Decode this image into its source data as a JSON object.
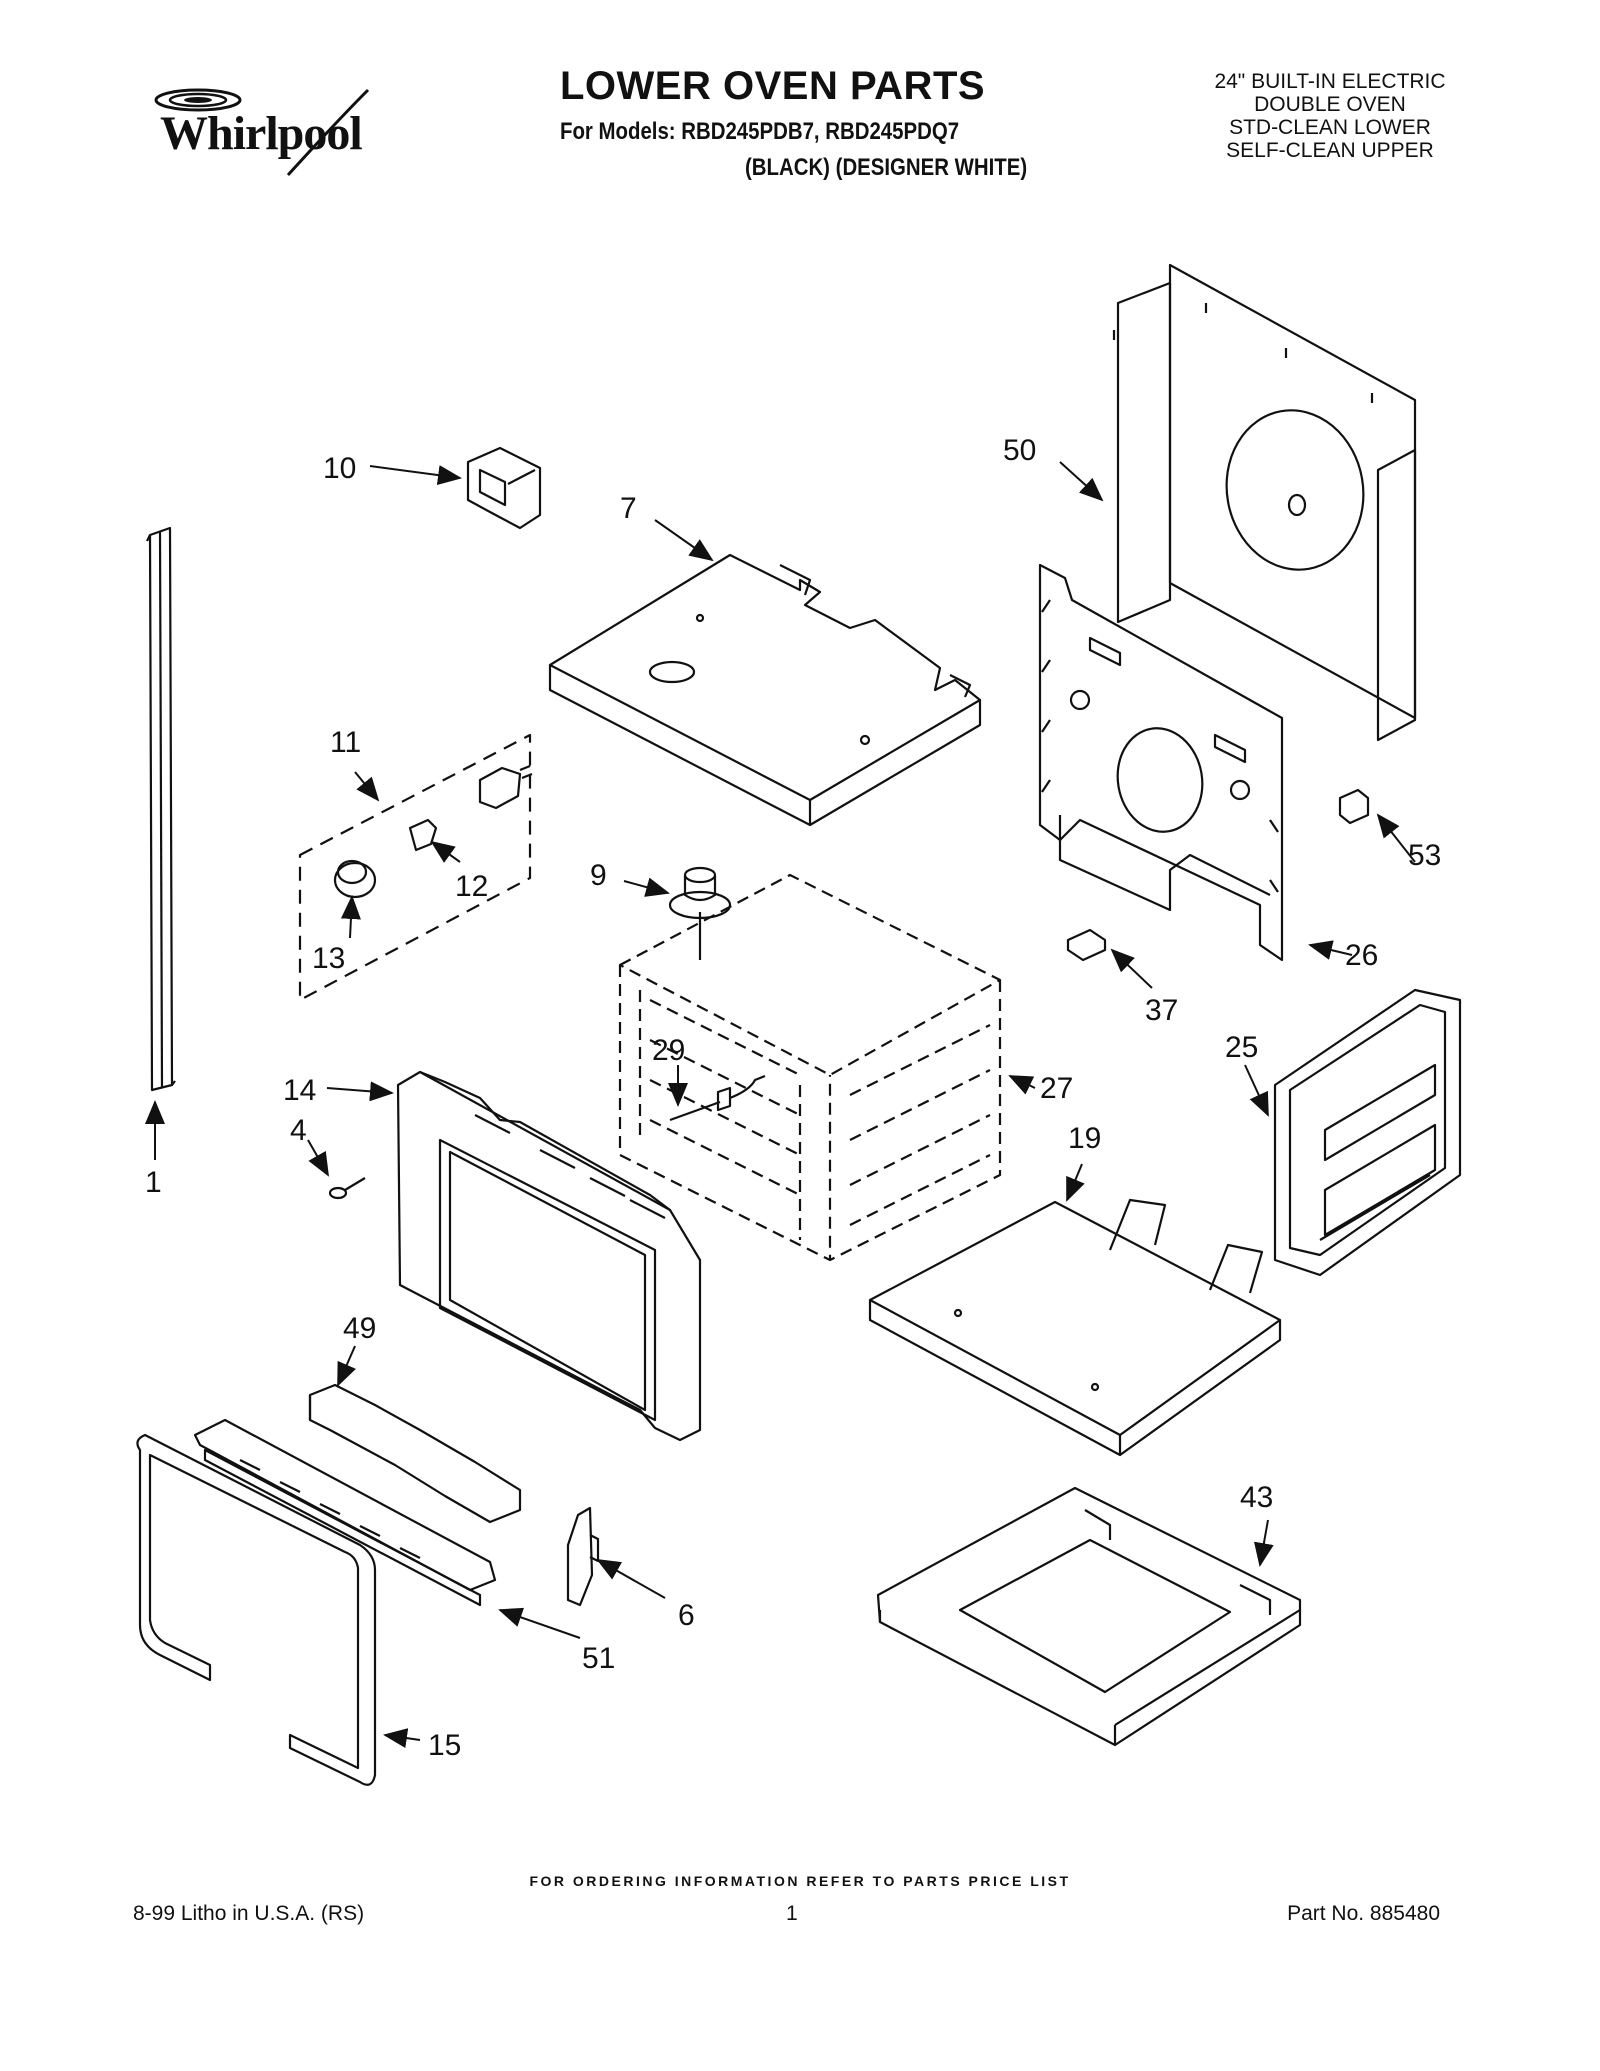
{
  "header": {
    "brand": "Whirlpool",
    "title": "LOWER OVEN PARTS",
    "models_line": "For Models: RBD245PDB7, RBD245PDQ7",
    "colors_line": "(BLACK)   (DESIGNER WHITE)",
    "oven_description": [
      "24\" BUILT-IN ELECTRIC",
      "DOUBLE OVEN",
      "STD-CLEAN LOWER",
      "SELF-CLEAN UPPER"
    ]
  },
  "callouts": [
    "10",
    "7",
    "50",
    "11",
    "12",
    "13",
    "9",
    "53",
    "26",
    "37",
    "29",
    "14",
    "4",
    "1",
    "27",
    "25",
    "19",
    "49",
    "6",
    "51",
    "43",
    "15"
  ],
  "footer": {
    "ordering_note": "FOR ORDERING INFORMATION REFER TO PARTS PRICE LIST",
    "litho": "8-99 Litho in U.S.A. (RS)",
    "page_number": "1",
    "part_number": "Part No. 885480"
  }
}
